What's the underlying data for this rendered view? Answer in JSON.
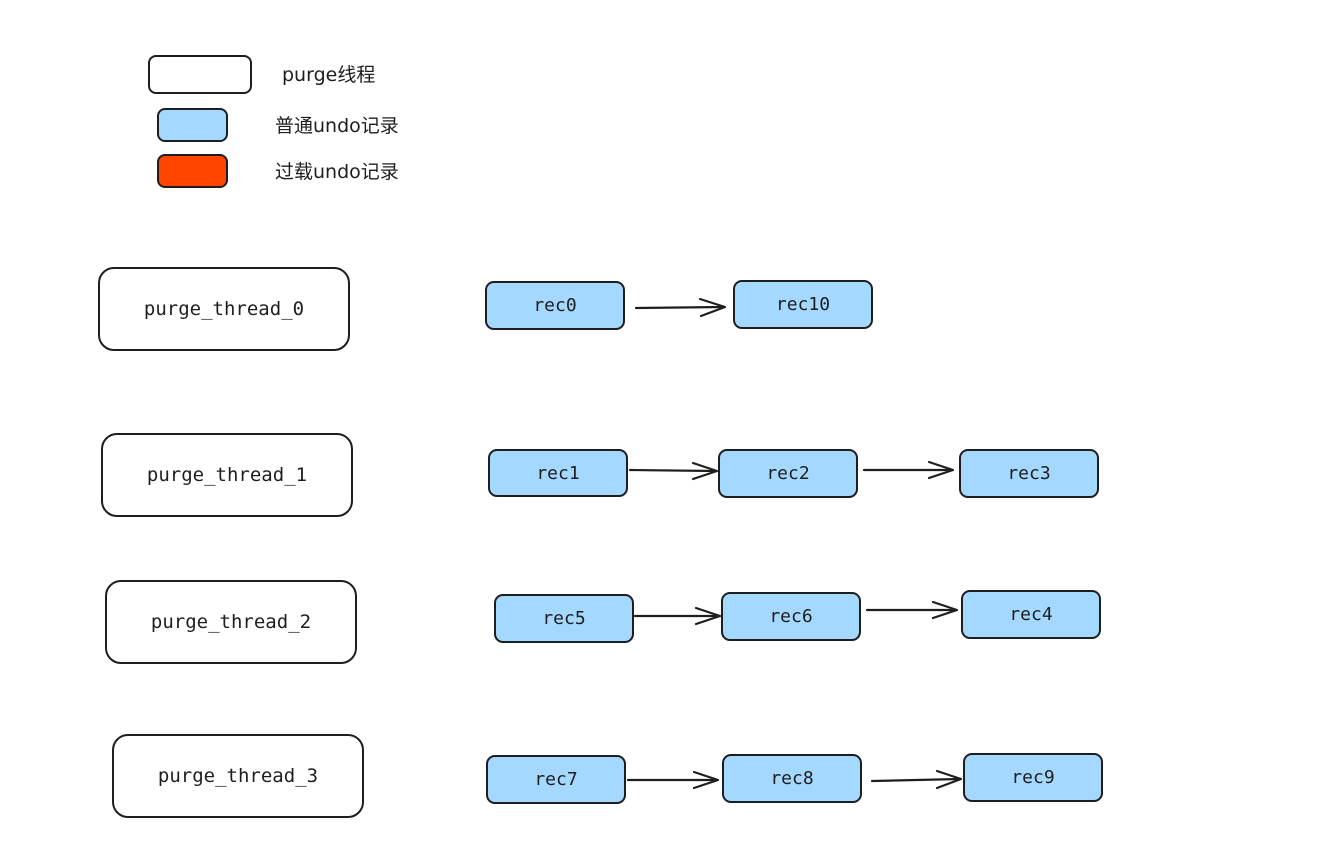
{
  "legend": {
    "purge_thread": {
      "label": "purge线程",
      "color": "#ffffff"
    },
    "normal_undo": {
      "label": "普通undo记录",
      "color": "#a5d8ff"
    },
    "overload_undo": {
      "label": "过载undo记录",
      "color": "#ff4500"
    }
  },
  "threads": [
    {
      "name": "purge_thread_0",
      "records": [
        "rec0",
        "rec10"
      ]
    },
    {
      "name": "purge_thread_1",
      "records": [
        "rec1",
        "rec2",
        "rec3"
      ]
    },
    {
      "name": "purge_thread_2",
      "records": [
        "rec5",
        "rec6",
        "rec4"
      ]
    },
    {
      "name": "purge_thread_3",
      "records": [
        "rec7",
        "rec8",
        "rec9"
      ]
    }
  ],
  "colors": {
    "stroke": "#1e1e1e",
    "record_fill": "#a5d8ff",
    "thread_fill": "#ffffff"
  }
}
